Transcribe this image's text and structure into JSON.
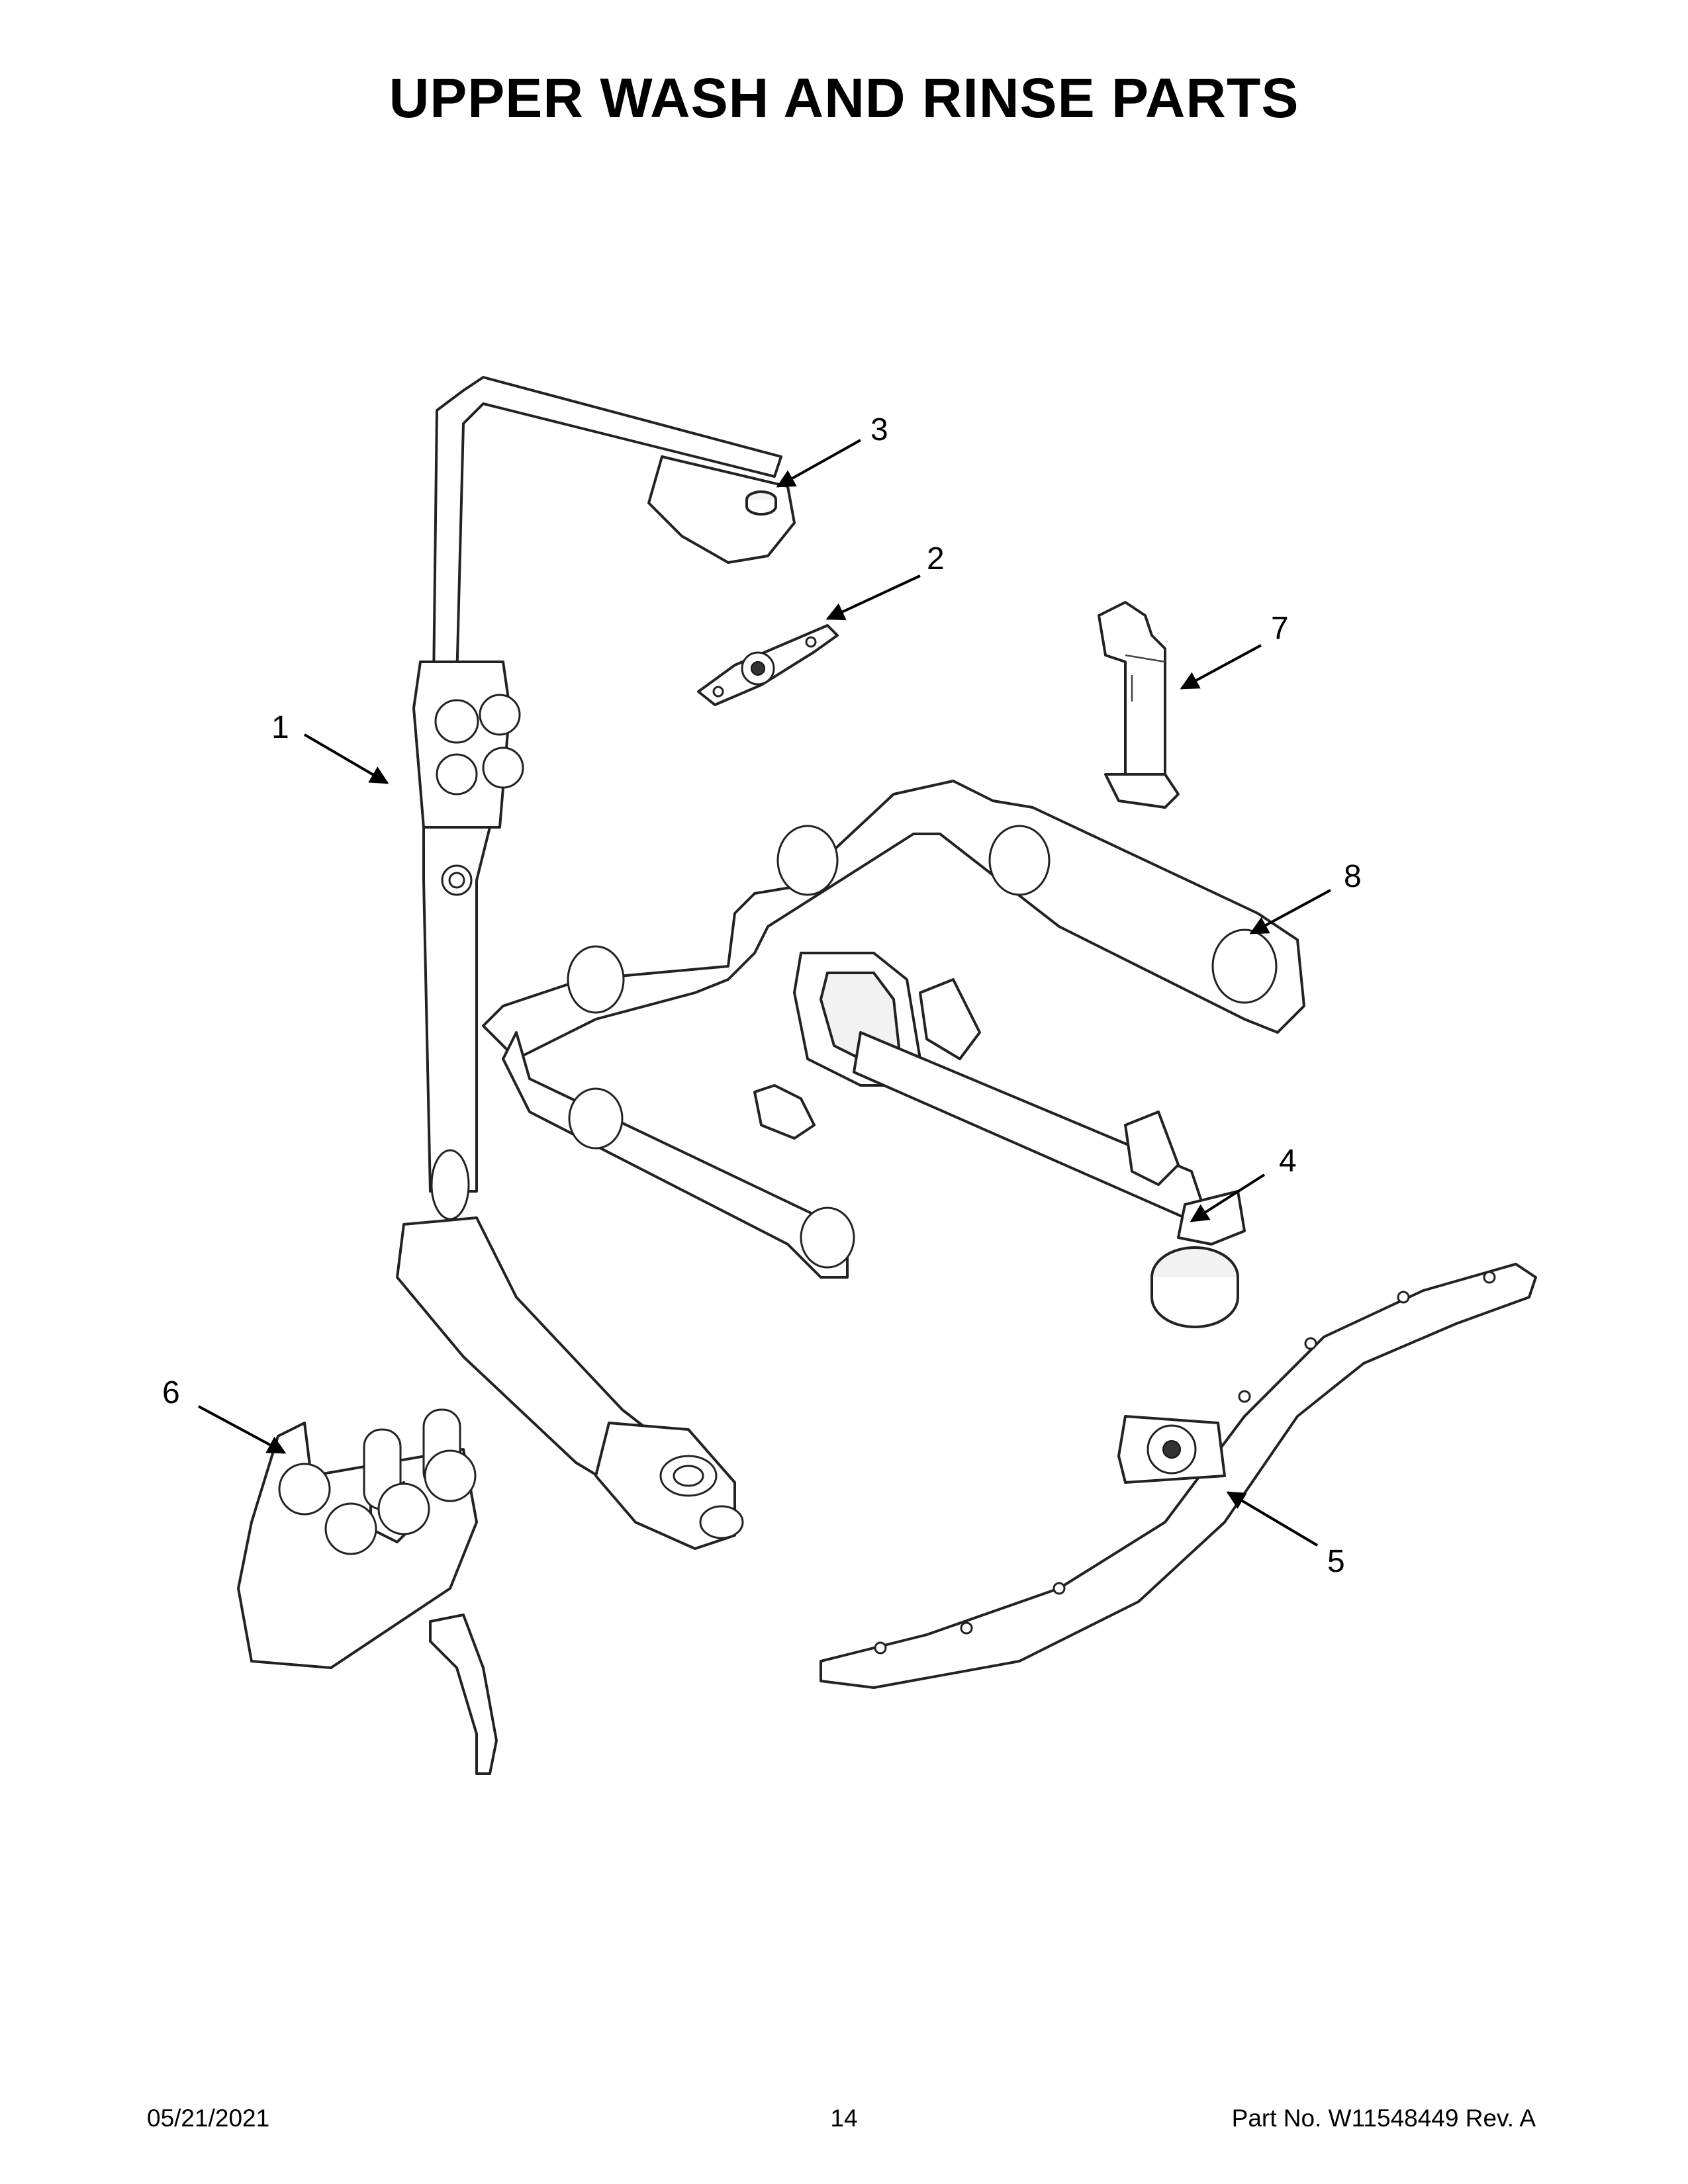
{
  "title": "UPPER WASH AND RINSE PARTS",
  "callouts": [
    "1",
    "2",
    "3",
    "4",
    "5",
    "6",
    "7",
    "8"
  ],
  "footer": {
    "date": "05/21/2021",
    "page": "14",
    "part": "Part No.  W11548449  Rev.  A"
  }
}
